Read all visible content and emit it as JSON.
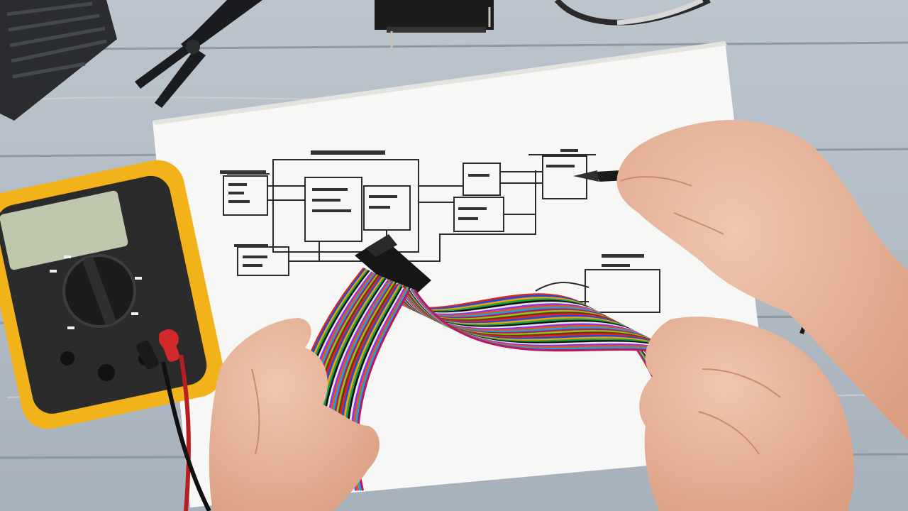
{
  "scene": {
    "subject": "hands-tracing-wiring-harness-over-schematic",
    "objects": [
      "multimeter",
      "probe-pen",
      "wiring-harness",
      "schematic-sheet",
      "pliers",
      "relay",
      "power-supply",
      "left-hand",
      "right-hand",
      "cable"
    ]
  },
  "colors": {
    "table": "#aeb8c2",
    "paper": "#f7f7f5",
    "multimeter_body": "#f2b21a",
    "multimeter_face": "#2b2b2b",
    "lcd": "#bfc7ad",
    "skin": "#e9b9a0",
    "probe_red": "#d22a2a",
    "probe_black": "#1a1a1a"
  },
  "wire_colors": [
    "#d62828",
    "#1d4ed8",
    "#f59e0b",
    "#16a34a",
    "#111111",
    "#e5e7eb",
    "#9333ea",
    "#ea580c",
    "#0ea5e9",
    "#be185d",
    "#84cc16",
    "#7c2d12"
  ]
}
